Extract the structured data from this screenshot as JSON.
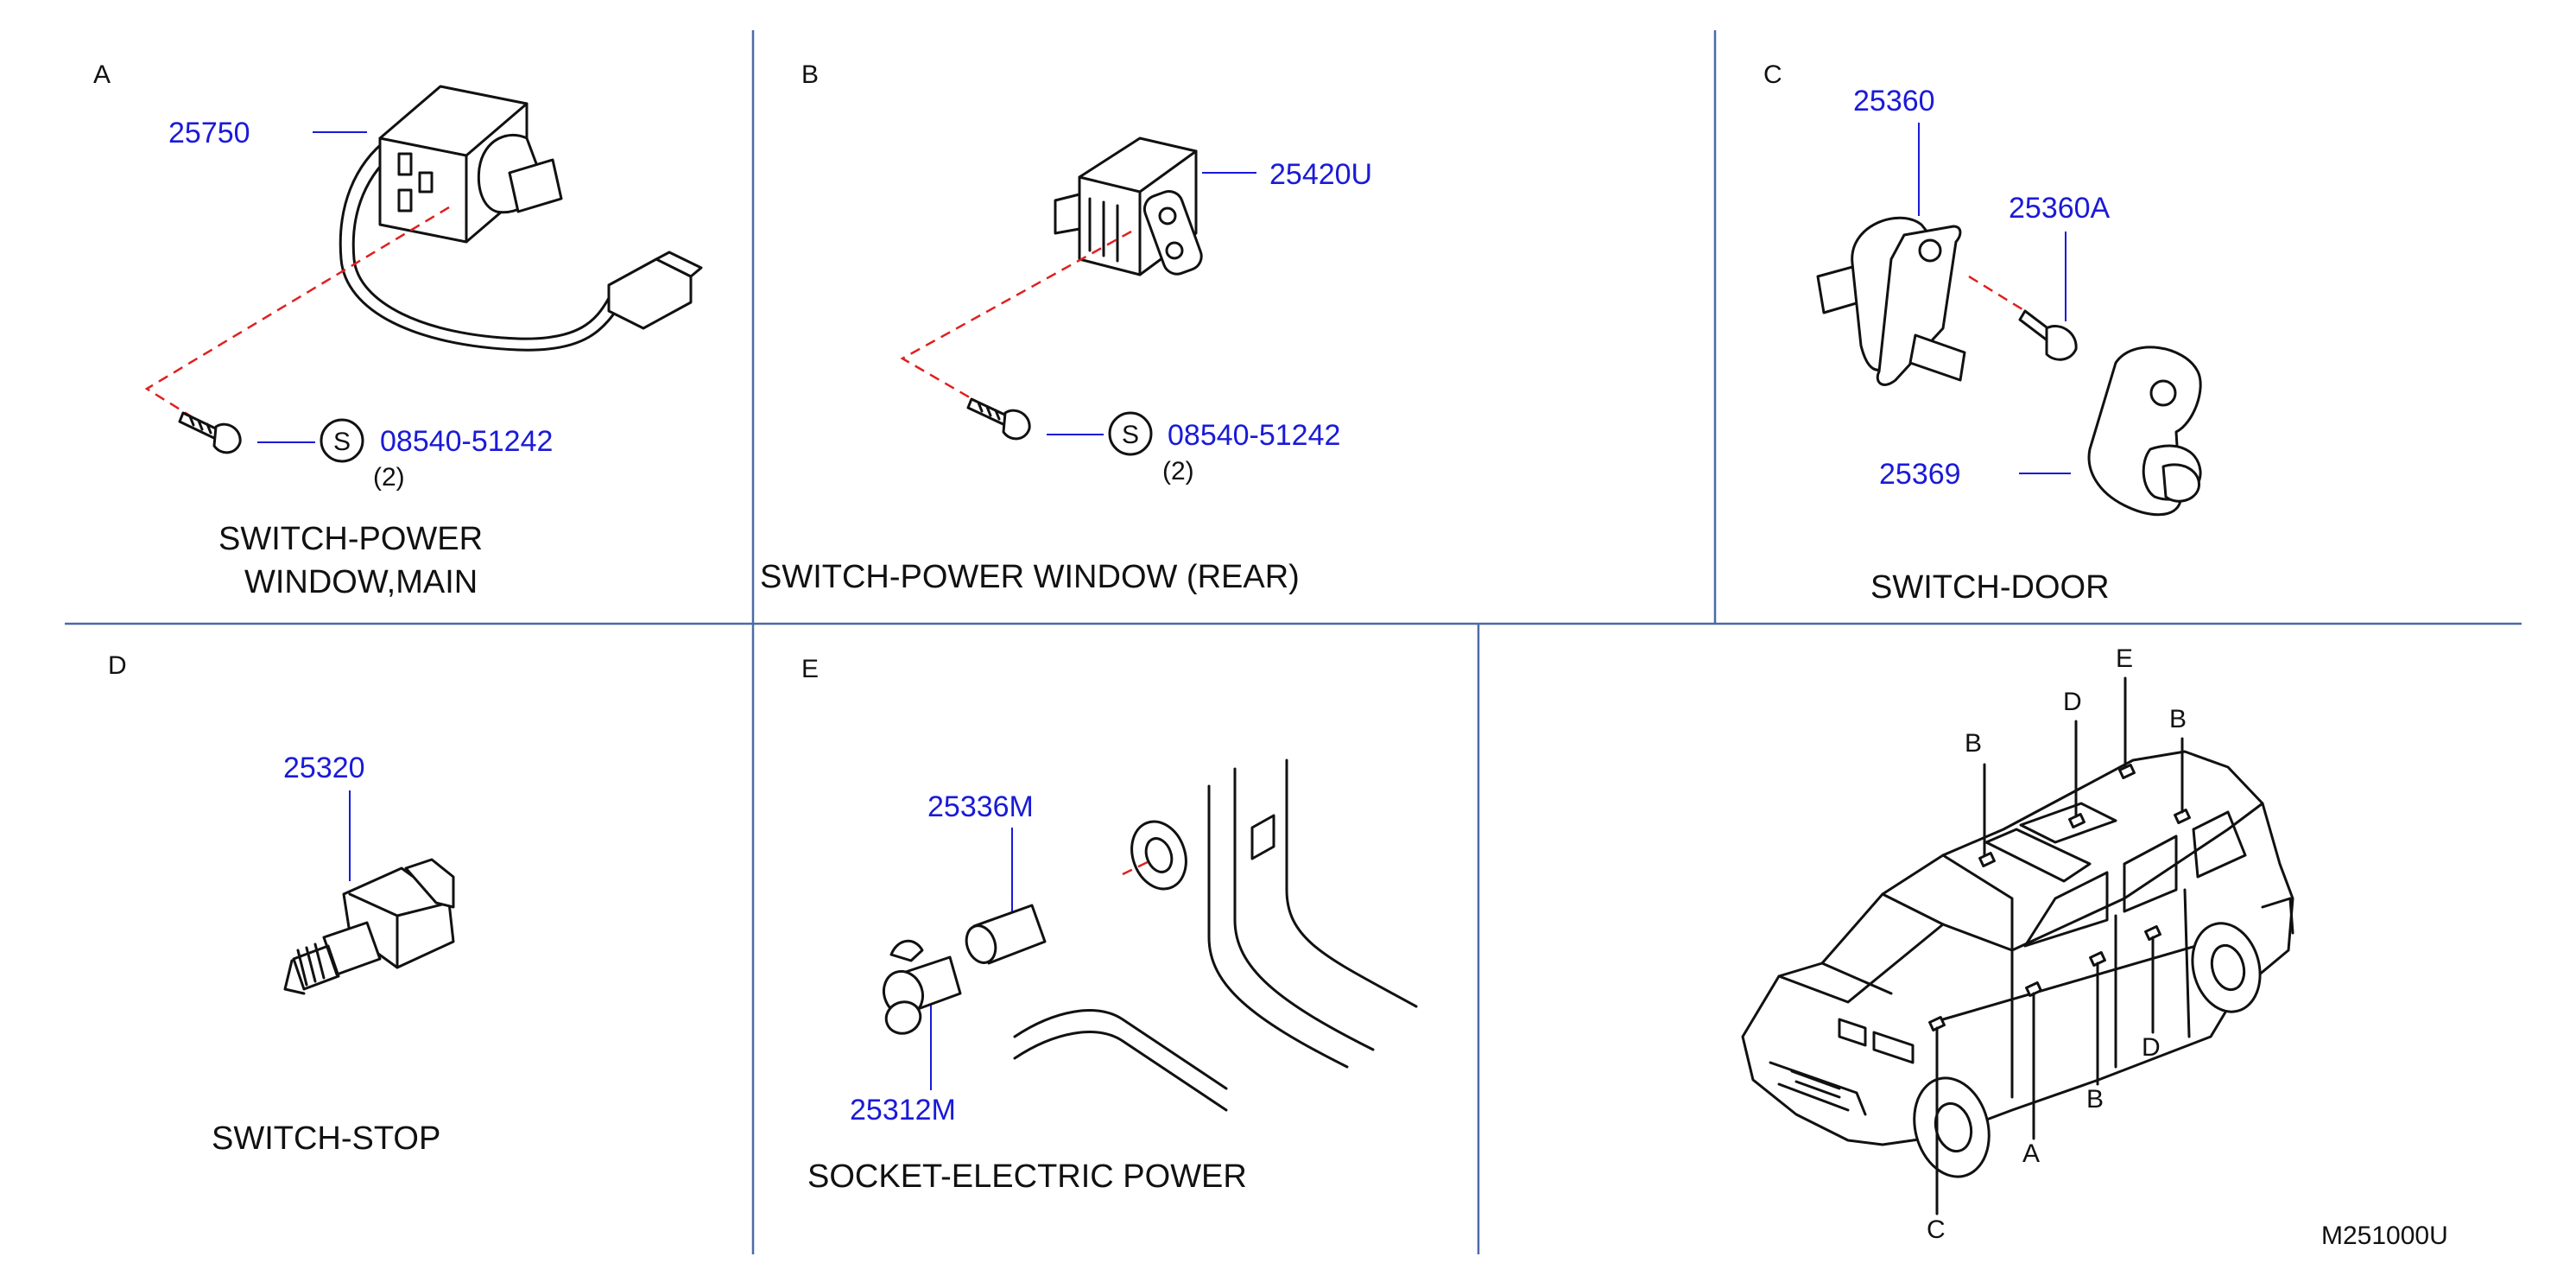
{
  "sections": {
    "a": {
      "letter": "A",
      "parts": [
        "25750",
        "08540-51242"
      ],
      "symbol": "S",
      "qty": "(2)",
      "caption_line1": "SWITCH-POWER",
      "caption_line2": "WINDOW,MAIN"
    },
    "b": {
      "letter": "B",
      "parts": [
        "25420U",
        "08540-51242"
      ],
      "symbol": "S",
      "qty": "(2)",
      "caption": "SWITCH-POWER  WINDOW  (REAR)"
    },
    "c": {
      "letter": "C",
      "parts": [
        "25360",
        "25360A",
        "25369"
      ],
      "caption": "SWITCH-DOOR"
    },
    "d": {
      "letter": "D",
      "parts": [
        "25320"
      ],
      "caption": "SWITCH-STOP"
    },
    "e": {
      "letter": "E",
      "parts": [
        "25336M",
        "25312M"
      ],
      "caption": "SOCKET-ELECTRIC  POWER"
    },
    "vehicle": {
      "callouts": [
        "B",
        "D",
        "E",
        "B",
        "D",
        "B",
        "A",
        "C"
      ]
    }
  },
  "diagram_code": "M251000U",
  "colors": {
    "part_number": "#1a1ad8",
    "grid": "#4a6aa8",
    "leader_dash": "#e02020",
    "ink": "#111111"
  }
}
